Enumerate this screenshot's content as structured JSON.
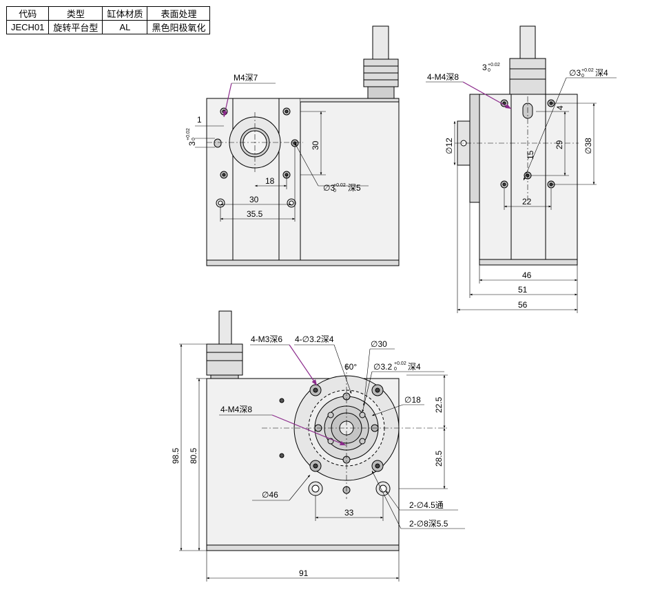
{
  "table": {
    "headers": [
      "代码",
      "类型",
      "缸体材质",
      "表面处理"
    ],
    "row": [
      "JECH01",
      "旋转平台型",
      "AL",
      "黑色阳极氧化"
    ]
  },
  "front_view": {
    "m4_depth": "M4深7",
    "dim_1": "1",
    "pin_hole_3": "3",
    "pin_tol_plus": "+0.02",
    "pin_tol_zero": "0",
    "dim_30_vertical": "30",
    "dim_18": "18",
    "pin_hole_note": "∅3",
    "pin_hole_depth": "深5",
    "dim_30_horizontal": "30",
    "dim_35_5": "35.5"
  },
  "side_view": {
    "m4_note": "4-M4深8",
    "pin_top": "3",
    "pin_top_tol": "+0.02",
    "pin_top_zero": "0",
    "pin_right": "∅3",
    "pin_right_depth": "深4",
    "dim_dia12": "∅12",
    "dim_15": "15",
    "dim_29": "29",
    "dim_dia38": "∅38",
    "dim_4": "4",
    "dim_22": "22",
    "dim_46": "46",
    "dim_51": "51",
    "dim_56": "56"
  },
  "top_view": {
    "m3_note": "4-M3深6",
    "hole32_note": "4-∅3.2深4",
    "dia30": "∅30",
    "angle60": "60°",
    "pin32": "∅3.2",
    "pin32_depth": "深4",
    "dia18": "∅18",
    "m4_note": "4-M4深8",
    "dim_22_5": "22.5",
    "dim_28_5": "28.5",
    "dim_98_5": "98.5",
    "dim_80_5": "80.5",
    "dia46": "∅46",
    "dim_33": "33",
    "through_hole": "2-∅4.5通",
    "cbore": "2-∅8深5.5",
    "dim_91": "91"
  }
}
